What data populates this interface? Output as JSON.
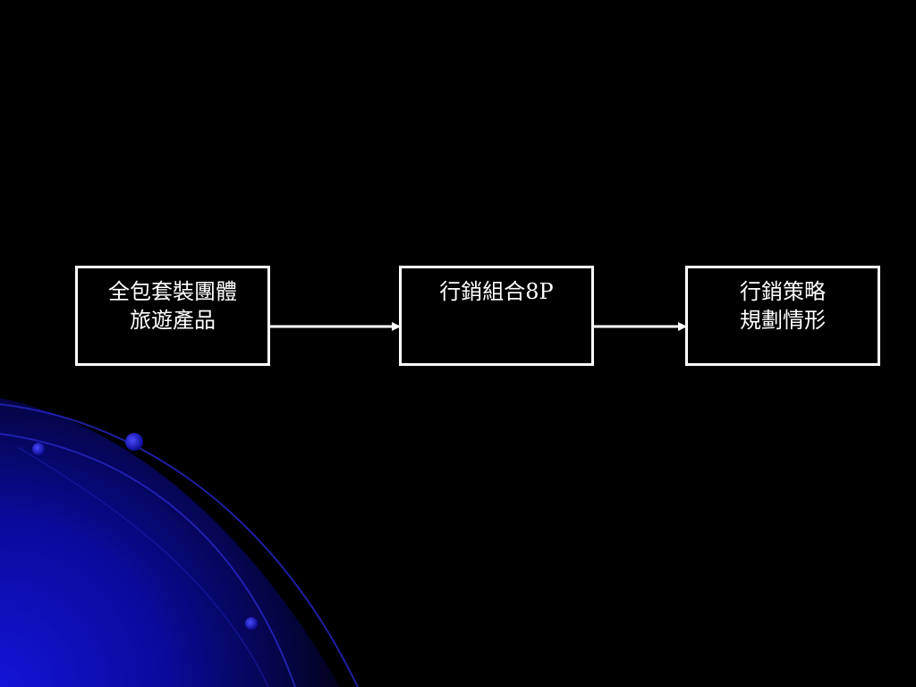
{
  "diagram": {
    "nodes": [
      {
        "id": "node-1",
        "lines": [
          "全包套裝團體",
          "旅遊產品"
        ]
      },
      {
        "id": "node-2",
        "lines": [
          "行銷組合8P"
        ]
      },
      {
        "id": "node-3",
        "lines": [
          "行銷策略",
          "規劃情形"
        ]
      }
    ],
    "edges": [
      {
        "from": "node-1",
        "to": "node-2"
      },
      {
        "from": "node-2",
        "to": "node-3"
      }
    ]
  },
  "colors": {
    "background": "#000000",
    "box_border": "#ffffff",
    "text": "#ffffff",
    "arrow": "#ffffff",
    "decor_blue": "#1010c8"
  }
}
